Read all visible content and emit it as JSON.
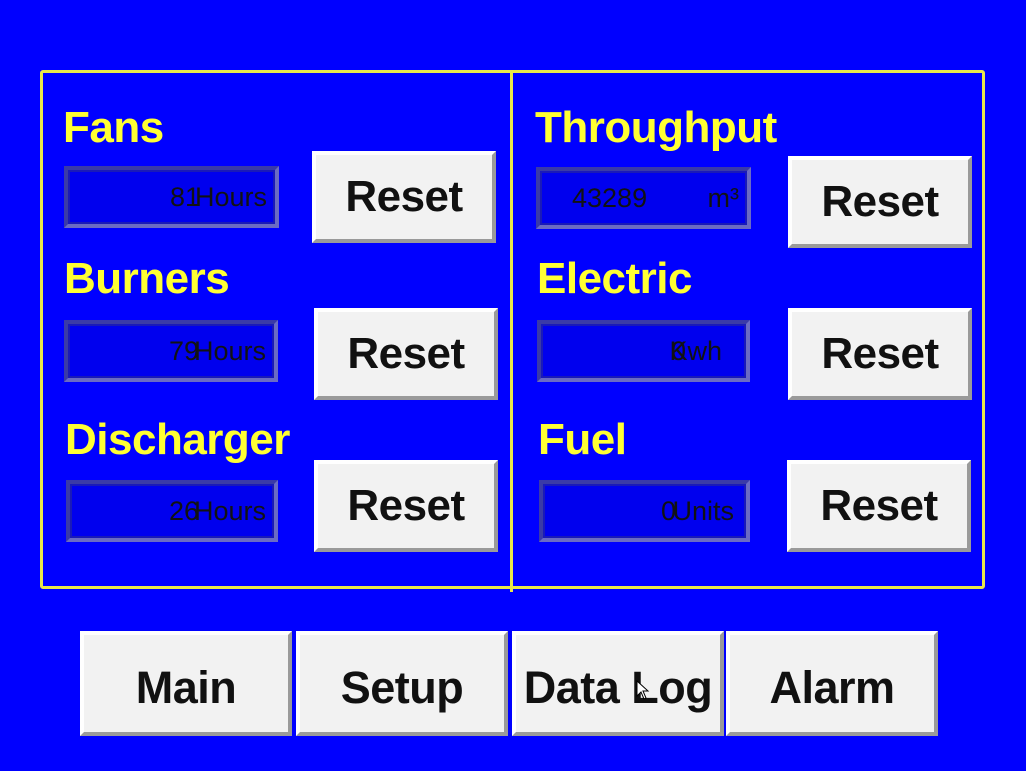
{
  "counters": [
    {
      "label": "Fans",
      "value": "81",
      "unit": "Hours"
    },
    {
      "label": "Burners",
      "value": "79",
      "unit": "Hours"
    },
    {
      "label": "Discharger",
      "value": "26",
      "unit": "Hours"
    },
    {
      "label": "Throughput",
      "value": "43289",
      "unit": "m³"
    },
    {
      "label": "Electric",
      "value": "0",
      "unit": "Kwh"
    },
    {
      "label": "Fuel",
      "value": "0",
      "unit": "Units"
    }
  ],
  "reset_label": "Reset",
  "nav": {
    "main": "Main",
    "setup": "Setup",
    "data_log": "Data Log",
    "alarm": "Alarm"
  },
  "colors": {
    "background": "#0000ff",
    "label": "#ffff33",
    "frame": "#e8e84a",
    "button": "#f2f2f2"
  }
}
